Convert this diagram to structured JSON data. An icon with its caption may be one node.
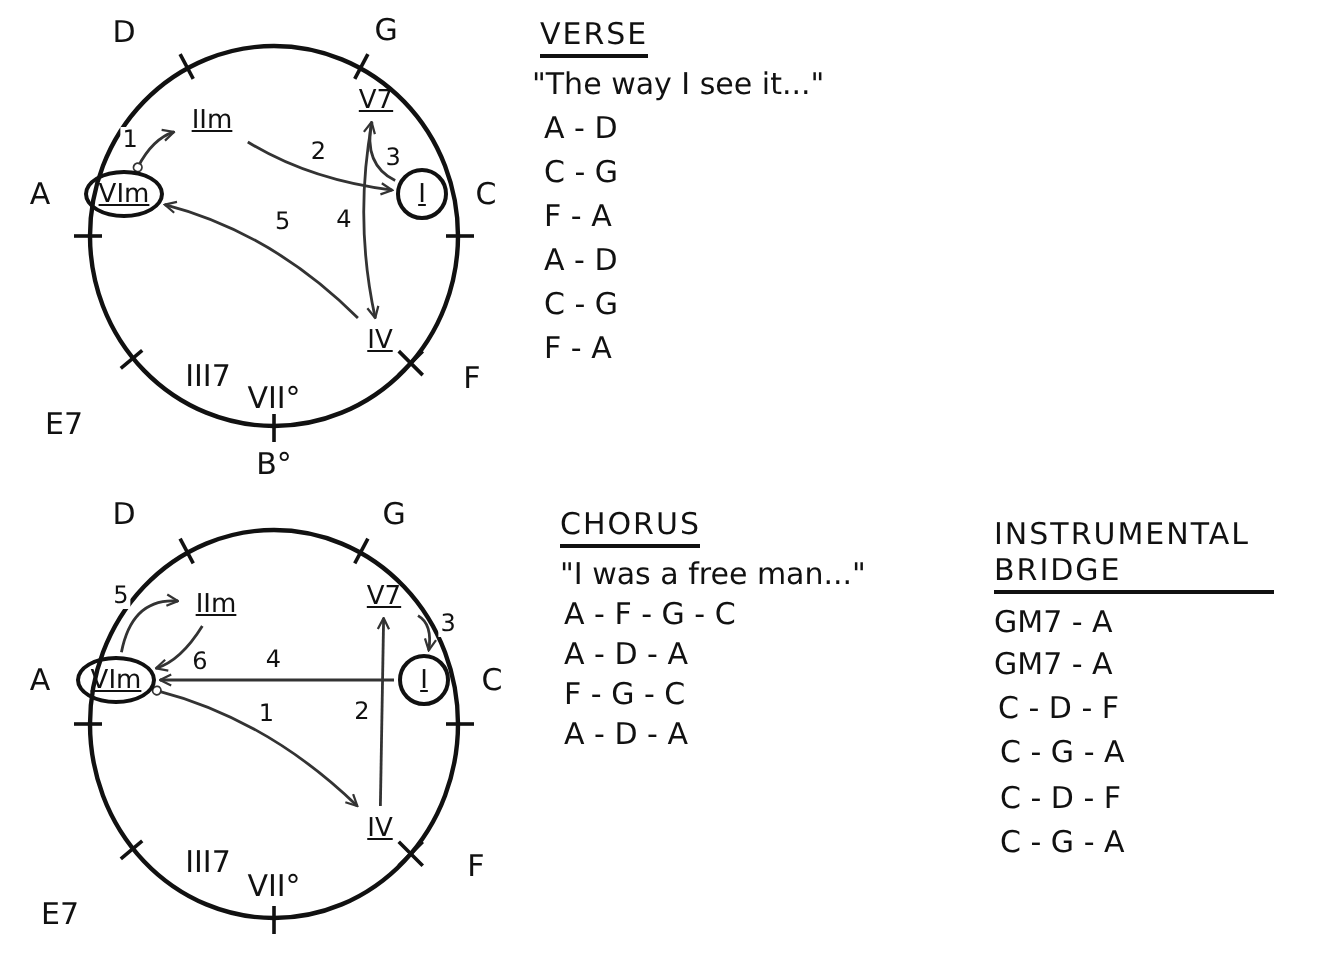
{
  "diagram": {
    "nodes": [
      {
        "text": [
          "IIm"
        ]
      },
      {
        "text": [
          "V7"
        ]
      },
      {
        "text": [
          "VIm"
        ]
      },
      {
        "text": [
          "I"
        ]
      },
      {
        "text": [
          "IV"
        ]
      },
      {
        "text": [
          "IIm"
        ]
      },
      {
        "text": [
          "V7"
        ]
      },
      {
        "text": [
          "VIm"
        ]
      },
      {
        "text": [
          "I"
        ]
      },
      {
        "text": [
          "IV"
        ]
      }
    ],
    "edges": [
      {
        "from": 2,
        "to": 0,
        "arrow": "to",
        "label": "1"
      },
      {
        "from": 0,
        "to": 3,
        "arrow": "to",
        "label": "2"
      },
      {
        "from": 3,
        "to": 1,
        "arrow": "to",
        "label": "3"
      },
      {
        "from": 1,
        "to": 4,
        "arrow": "to",
        "label": "4"
      },
      {
        "from": 4,
        "to": 2,
        "arrow": "to",
        "label": "5"
      },
      {
        "from": 7,
        "to": 9,
        "arrow": "to",
        "label": "1"
      },
      {
        "from": 9,
        "to": 6,
        "arrow": "to",
        "label": "2"
      },
      {
        "from": 6,
        "to": 8,
        "arrow": "to",
        "label": "3"
      },
      {
        "from": 8,
        "to": 7,
        "arrow": "to",
        "label": "4"
      },
      {
        "from": 7,
        "to": 5,
        "arrow": "to",
        "label": "5"
      },
      {
        "from": 5,
        "to": 7,
        "arrow": "to",
        "label": "6"
      }
    ],
    "labels": [
      "D",
      "G",
      "A",
      "C",
      "III7",
      "E7",
      "F",
      "VII°",
      "B°",
      "VERSE",
      "\"The way I see it...\"",
      "A - D",
      "C - G",
      "F - A",
      "A - D",
      "C - G",
      "F - A",
      "D",
      "G",
      "A",
      "C",
      "III7",
      "E7",
      "F",
      "VII°",
      "CHORUS",
      "\"I was a free man...\"",
      "A - F - G - C",
      "A - D - A",
      "F - G - C",
      "A - D - A",
      "INSTRUMENTAL BRIDGE",
      "GM7 - A",
      "GM7 - A",
      "C - D - F",
      "C - G - A",
      "C - D - F",
      "C - G - A"
    ]
  }
}
